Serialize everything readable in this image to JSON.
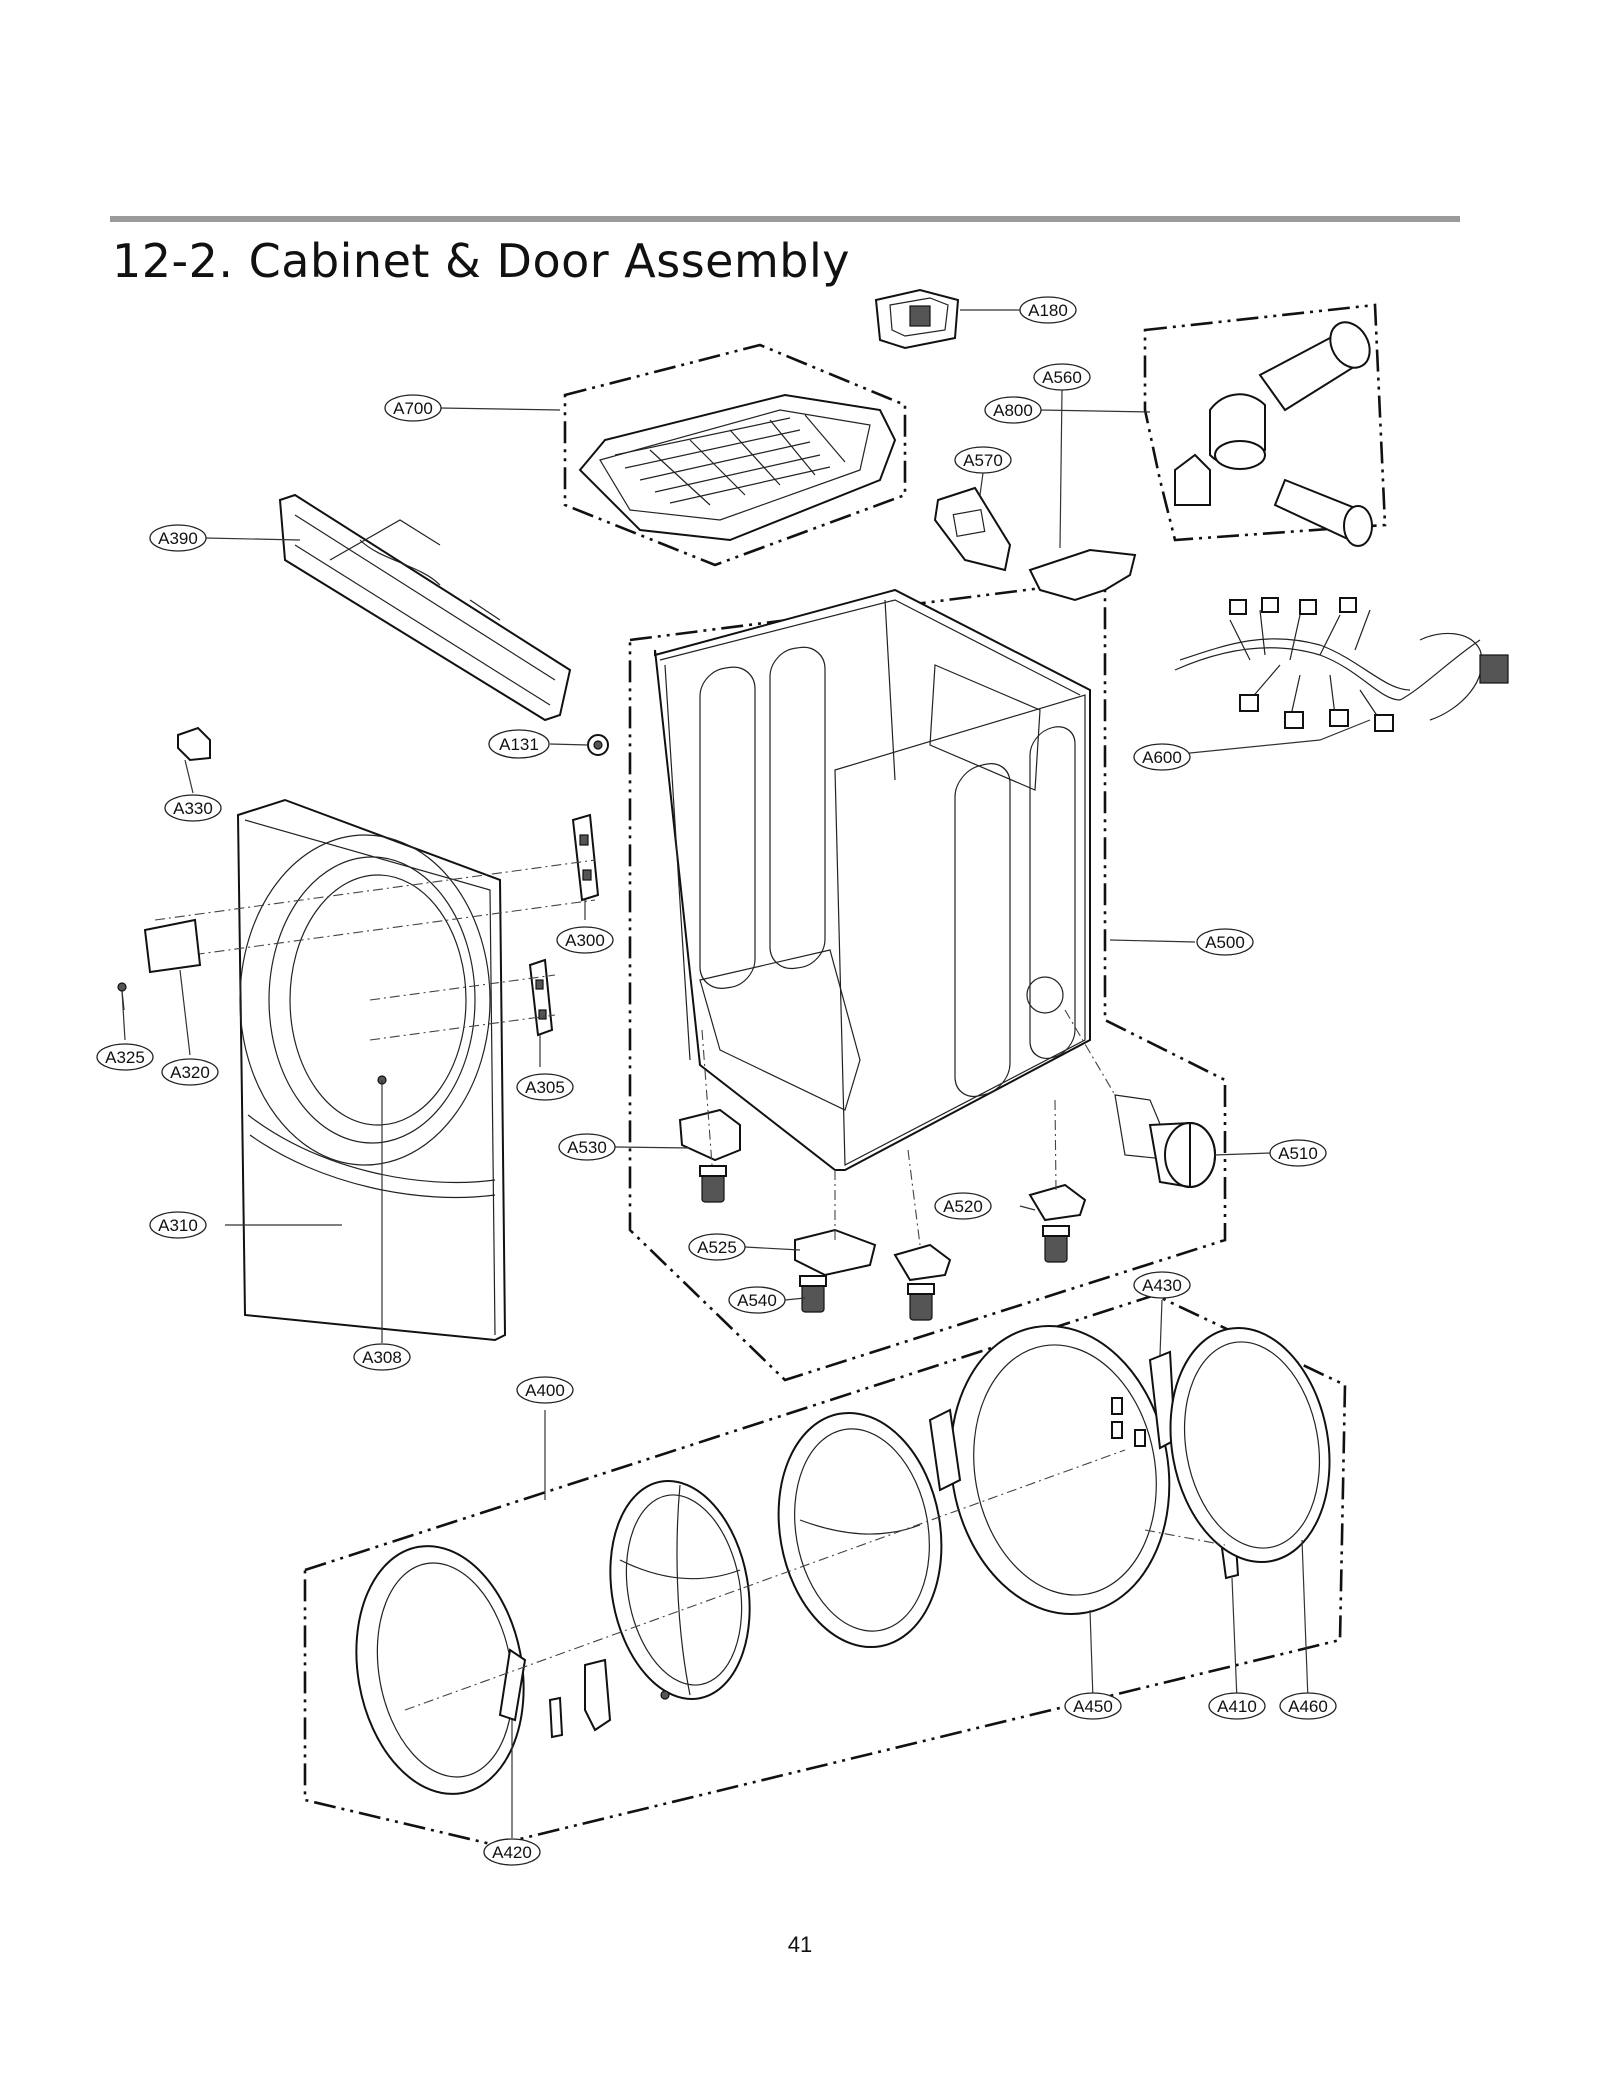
{
  "title": "12-2. Cabinet & Door Assembly",
  "page_number": "41",
  "callouts": [
    "A180",
    "A700",
    "A800",
    "A570",
    "A560",
    "A390",
    "A131",
    "A600",
    "A330",
    "A300",
    "A500",
    "A325",
    "A320",
    "A305",
    "A530",
    "A510",
    "A310",
    "A520",
    "A525",
    "A540",
    "A308",
    "A430",
    "A400",
    "A450",
    "A410",
    "A460",
    "A420"
  ]
}
